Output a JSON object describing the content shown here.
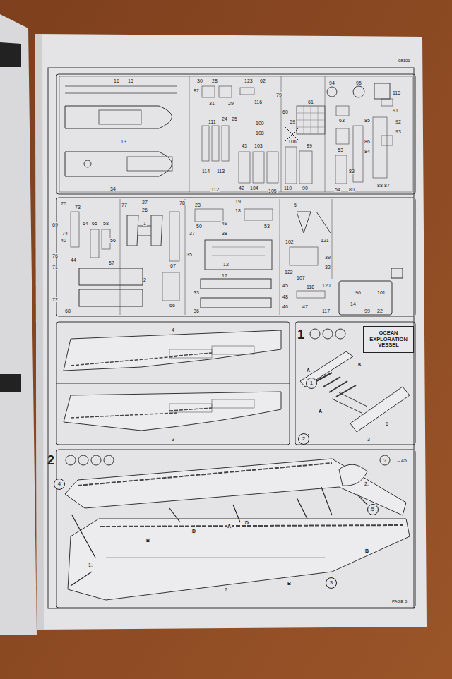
{
  "diagram": {
    "nodes": [
      {
        "text": [
          "OCEAN EXPLORATION VESSEL"
        ]
      },
      {
        "text": [
          "1"
        ]
      },
      {
        "text": [
          "2"
        ]
      },
      {
        "text": [
          "4"
        ]
      },
      {
        "text": [
          "3"
        ]
      },
      {
        "text": [
          "5"
        ]
      }
    ],
    "labels": [
      "08101",
      "16",
      "15",
      "13",
      "34",
      "30",
      "28",
      "123",
      "62",
      "82",
      "31",
      "29",
      "116",
      "79",
      "94",
      "95",
      "115",
      "60",
      "61",
      "91",
      "85",
      "92",
      "93",
      "86",
      "24",
      "25",
      "100",
      "108",
      "59",
      "111",
      "114",
      "113",
      "112",
      "43",
      "103",
      "89",
      "53",
      "84",
      "88",
      "63",
      "104",
      "42",
      "105",
      "106",
      "110",
      "90",
      "83",
      "87",
      "80",
      "54",
      "70",
      "73",
      "27",
      "77",
      "26",
      "78",
      "23",
      "19",
      "18",
      "50",
      "53",
      "69",
      "74",
      "40",
      "64",
      "65",
      "58",
      "56",
      "57",
      "76",
      "44",
      "71",
      "72",
      "68",
      "1",
      "2",
      "67",
      "66",
      "37",
      "38",
      "12",
      "17",
      "102",
      "5",
      "121",
      "39",
      "32",
      "122",
      "107",
      "120",
      "45",
      "118",
      "117",
      "48",
      "46",
      "47",
      "33",
      "36",
      "35",
      "49",
      "96",
      "101",
      "14",
      "99",
      "22",
      "4",
      "3",
      "1",
      "A",
      "K",
      "A",
      "3",
      "6",
      "2",
      "?",
      "→45",
      "2.",
      "1.",
      "B",
      "D",
      "A",
      "D",
      "B",
      "B",
      "7",
      "PAGE 5"
    ]
  }
}
